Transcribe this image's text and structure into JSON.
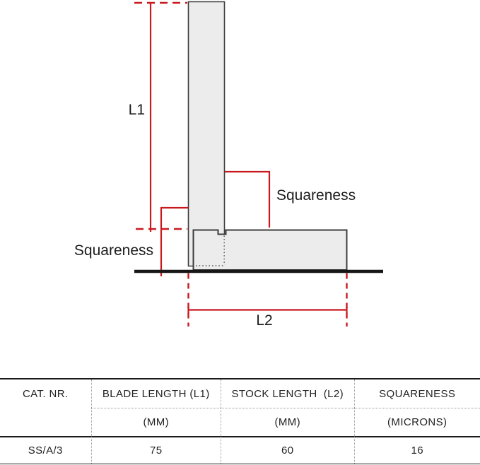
{
  "diagram": {
    "labels": {
      "l1": "L1",
      "l2": "L2",
      "squareness_left": "Squareness",
      "squareness_right": "Squareness"
    },
    "colors": {
      "dimension_red": "#c8191f",
      "part_fill": "#ececec",
      "part_outline": "#3c3c3c",
      "surface_black": "#161616",
      "hidden_line": "#5a5a5a",
      "text_dark": "#1d1d1d",
      "table_line": "#1b1b1b",
      "table_dotted": "#9a9a9a"
    }
  },
  "table": {
    "columns": [
      {
        "header": "CAT. NR.",
        "unit": ""
      },
      {
        "header": "BLADE LENGTH (L1)",
        "unit": "(MM)"
      },
      {
        "header": "STOCK LENGTH  (L2)",
        "unit": "(MM)"
      },
      {
        "header": "SQUARENESS",
        "unit": "(MICRONS)"
      }
    ],
    "rows": [
      {
        "cat_nr": "SS/A/3",
        "blade_l1_mm": "75",
        "stock_l2_mm": "60",
        "squareness_microns": "16"
      }
    ]
  }
}
